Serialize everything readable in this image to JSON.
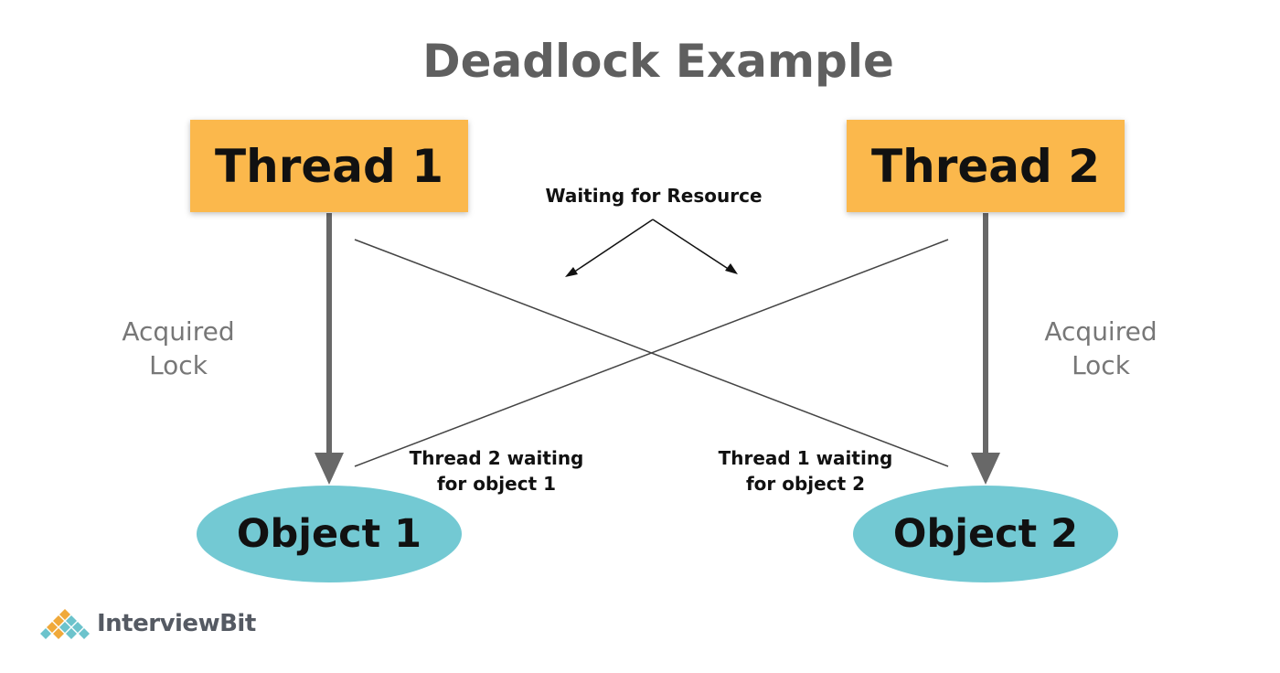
{
  "title": "Deadlock Example",
  "threads": [
    {
      "label": "Thread 1"
    },
    {
      "label": "Thread 2"
    }
  ],
  "objects": [
    {
      "label": "Object 1"
    },
    {
      "label": "Object 2"
    }
  ],
  "acquired_lock": {
    "line1": "Acquired",
    "line2": "Lock"
  },
  "waiting_for_resource": "Waiting for Resource",
  "thread2_waiting": {
    "line1": "Thread 2 waiting",
    "line2": "for object 1"
  },
  "thread1_waiting": {
    "line1": "Thread 1 waiting",
    "line2": "for object 2"
  },
  "logo": {
    "part1": "Interview",
    "part2": "Bit"
  },
  "colors": {
    "thread": "#fbb84c",
    "object": "#73c9d3",
    "arrow": "#686868",
    "line": "#444444"
  }
}
